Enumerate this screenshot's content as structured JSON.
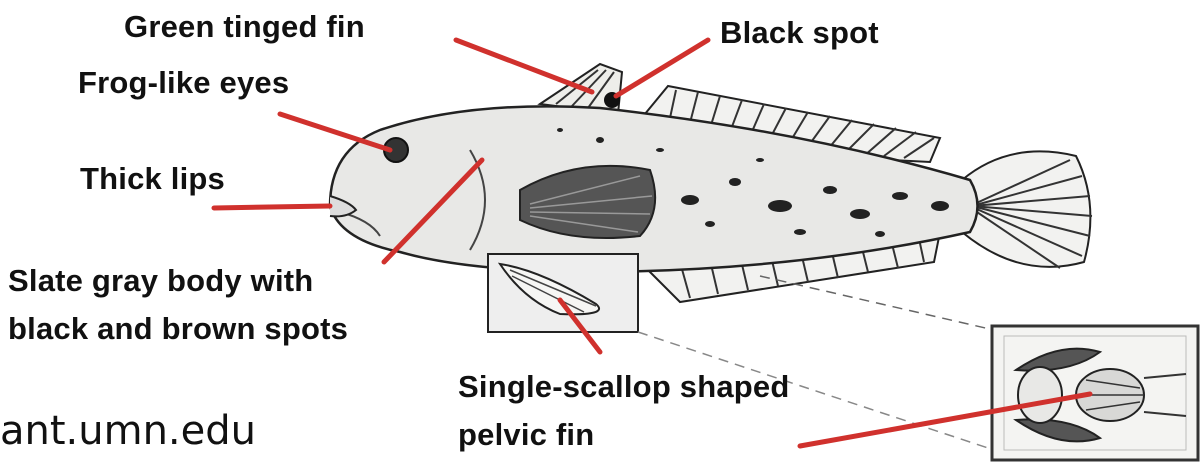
{
  "labels": {
    "green_tinged_fin": "Green tinged fin",
    "black_spot": "Black spot",
    "frog_like_eyes": "Frog-like eyes",
    "thick_lips": "Thick lips",
    "body_line1": "Slate gray body with",
    "body_line2": "black and brown spots",
    "pelvic_line1": "Single-scallop shaped",
    "pelvic_line2": "pelvic fin"
  },
  "credit": "ant.umn.edu",
  "colors": {
    "pointer": "#d0312d",
    "text": "#111111",
    "fish_body": "#e8e8e6",
    "outline": "#222222"
  }
}
